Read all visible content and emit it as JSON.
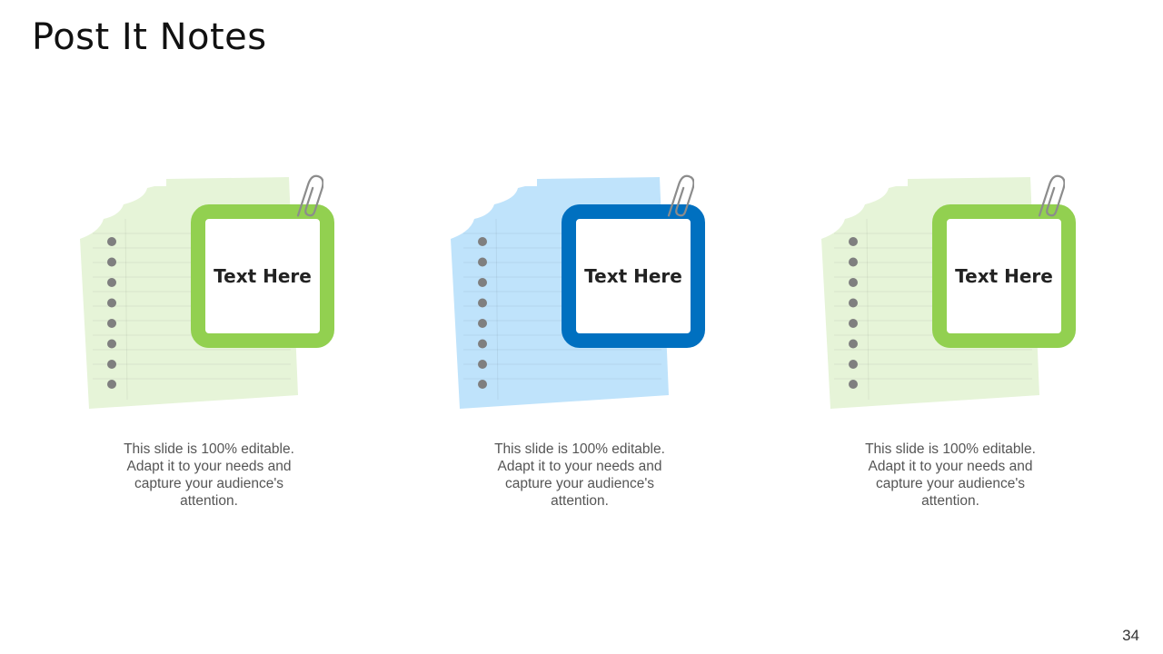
{
  "slide": {
    "title": "Post It Notes",
    "page_number": "34"
  },
  "notes": [
    {
      "label": "Text Here",
      "description": "This slide is 100% editable. Adapt it to your needs and capture your audience's attention.",
      "paper_color": "#e6f4d8",
      "frame_color": "#92d050"
    },
    {
      "label": "Text Here",
      "description": "This slide is 100% editable. Adapt it to your needs and capture your audience's attention.",
      "paper_color": "#bfe3fb",
      "frame_color": "#0070c0"
    },
    {
      "label": "Text Here",
      "description": "This slide is 100% editable. Adapt it to your needs and capture your audience's attention.",
      "paper_color": "#e6f4d8",
      "frame_color": "#92d050"
    }
  ]
}
